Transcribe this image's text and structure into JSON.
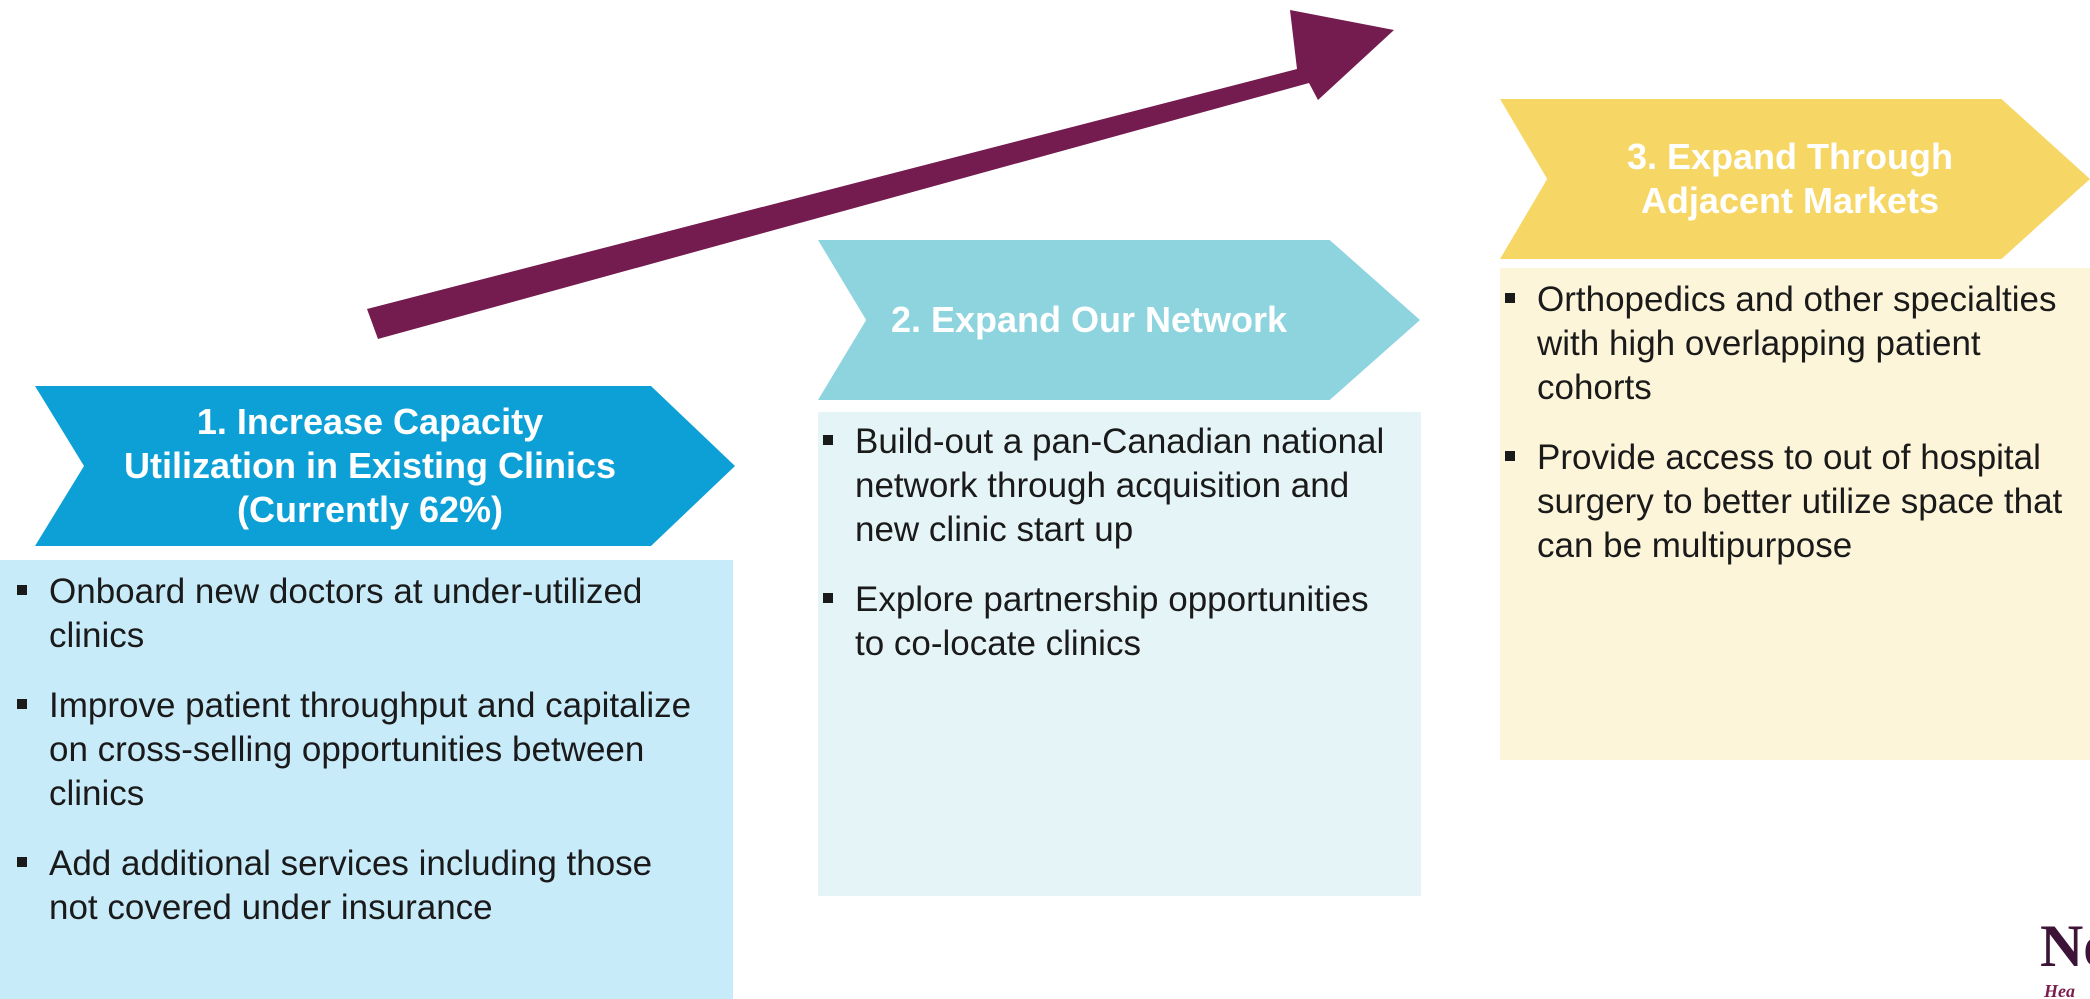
{
  "colors": {
    "arrow": "#741b4f",
    "step1": "#0da0d6",
    "step2": "#8ed4de",
    "step3": "#f6d766",
    "panel1": "#c8ebfa",
    "panel2": "#e5f4f7",
    "panel3": "#fdf5da"
  },
  "steps": [
    {
      "title": "1. Increase Capacity Utilization in Existing Clinics (Currently 62%)",
      "bullets": [
        "Onboard new doctors at under-utilized clinics",
        "Improve patient throughput and capitalize on cross-selling opportunities between clinics",
        "Add additional services including those not covered under insurance"
      ]
    },
    {
      "title": "2. Expand Our Network",
      "bullets": [
        "Build-out a pan-Canadian national network through acquisition and new clinic start up",
        "Explore partnership opportunities to co-locate clinics"
      ]
    },
    {
      "title": "3. Expand Through Adjacent Markets",
      "bullets": [
        "Orthopedics and other specialties with high overlapping patient cohorts",
        "Provide access to out of hospital surgery to better utilize space that can be multipurpose"
      ]
    }
  ],
  "logo": {
    "text": "Ne",
    "subtext": "Hea"
  }
}
